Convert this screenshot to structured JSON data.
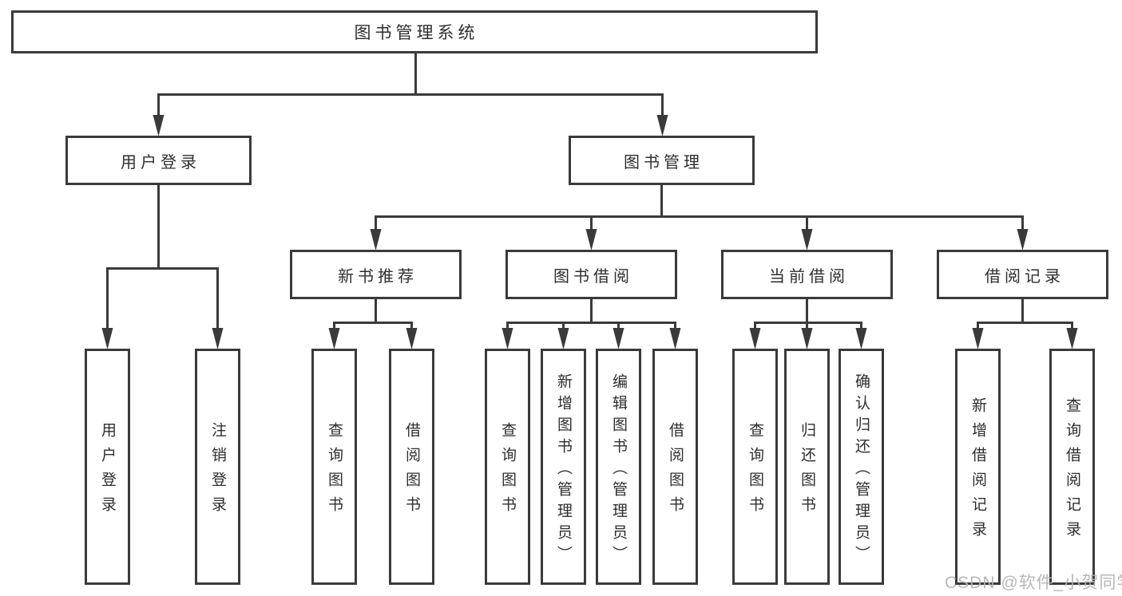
{
  "tree": {
    "label": "图书管理系统",
    "children": [
      {
        "label": "用户登录",
        "children": [
          {
            "label": "用户登录"
          },
          {
            "label": "注销登录"
          }
        ]
      },
      {
        "label": "图书管理",
        "children": [
          {
            "label": "新书推荐",
            "children": [
              {
                "label": "查询图书"
              },
              {
                "label": "借阅图书"
              }
            ]
          },
          {
            "label": "图书借阅",
            "children": [
              {
                "label": "查询图书"
              },
              {
                "label": "新增图书（管理员）"
              },
              {
                "label": "编辑图书（管理员）"
              },
              {
                "label": "借阅图书"
              }
            ]
          },
          {
            "label": "当前借阅",
            "children": [
              {
                "label": "查询图书"
              },
              {
                "label": "归还图书"
              },
              {
                "label": "确认归还（管理员）"
              }
            ]
          },
          {
            "label": "借阅记录",
            "children": [
              {
                "label": "新增借阅记录"
              },
              {
                "label": "查询借阅记录"
              }
            ]
          }
        ]
      }
    ]
  },
  "watermark": "CSDN @软件_小贺同学",
  "colors": {
    "line": "#3a3a3a",
    "text": "#2e2e2e",
    "watermark": "#b3b3b3",
    "background": "#ffffff"
  }
}
